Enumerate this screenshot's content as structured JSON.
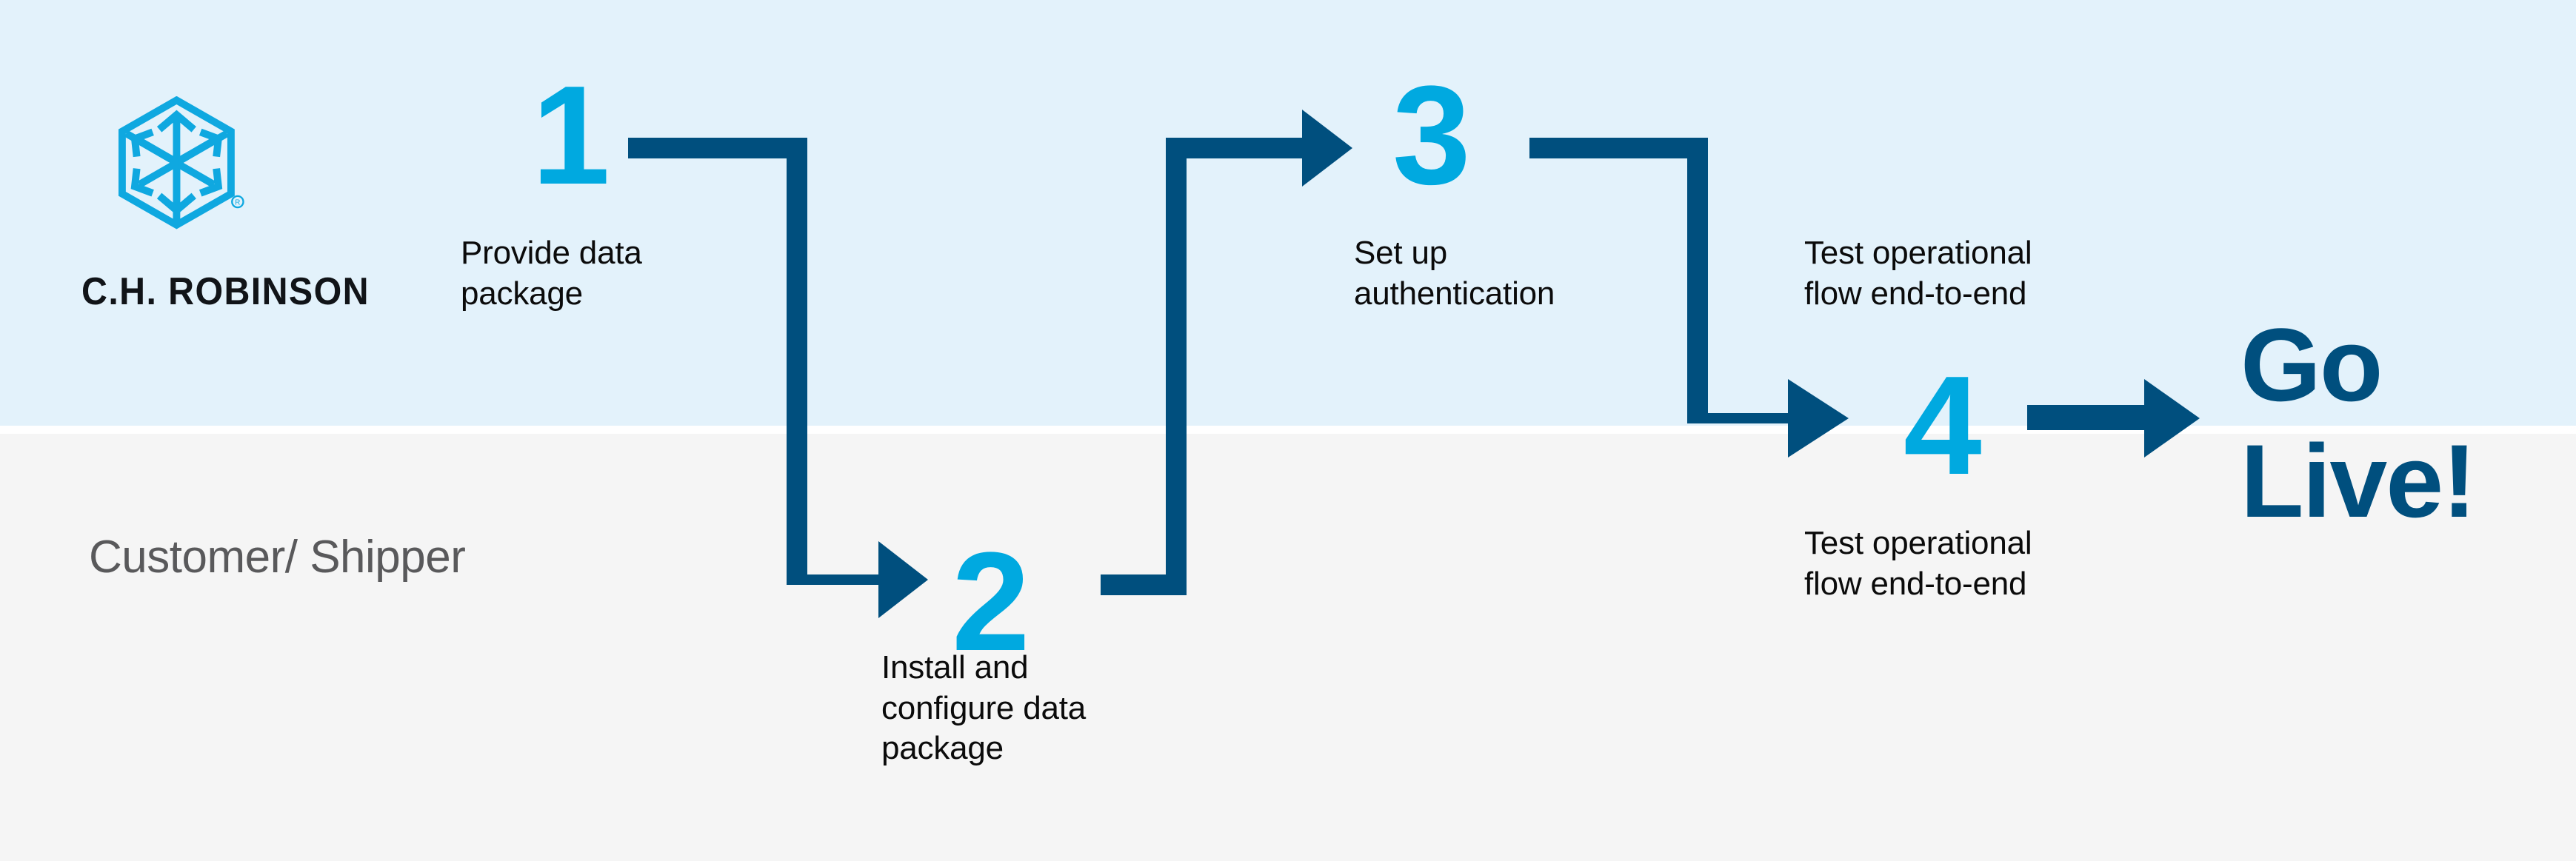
{
  "theme": {
    "band_top_color": "#E3F2FB",
    "band_bottom_color": "#F5F5F5",
    "accent_light_blue": "#00A9E0",
    "accent_dark_navy": "#004F7E",
    "text_color": "#0B0B0B",
    "lane_label_color": "#59595B"
  },
  "brand": {
    "wordmark": "C.H. ROBINSON",
    "logo_icon_name": "chrobinson-cube-arrows-logo",
    "registered_mark": "®"
  },
  "lane": {
    "label": "Customer/\nShipper"
  },
  "steps": [
    {
      "number": "1",
      "caption": "Provide data\npackage"
    },
    {
      "number": "2",
      "caption": "Install and\nconfigure data\npackage"
    },
    {
      "number": "3",
      "caption": "Set up\nauthentication"
    },
    {
      "number": "4",
      "caption_above": "Test operational\nflow end-to-end",
      "caption_below": "Test operational\nflow end-to-end"
    }
  ],
  "outcome": {
    "label": "Go\nLive!"
  },
  "connectors": [
    {
      "name": "step1-to-step2",
      "shape": "down-right-elbow"
    },
    {
      "name": "step2-to-step3",
      "shape": "up-right-elbow"
    },
    {
      "name": "step3-to-step4",
      "shape": "down-right-elbow"
    },
    {
      "name": "step4-to-golive",
      "shape": "straight-right"
    }
  ]
}
